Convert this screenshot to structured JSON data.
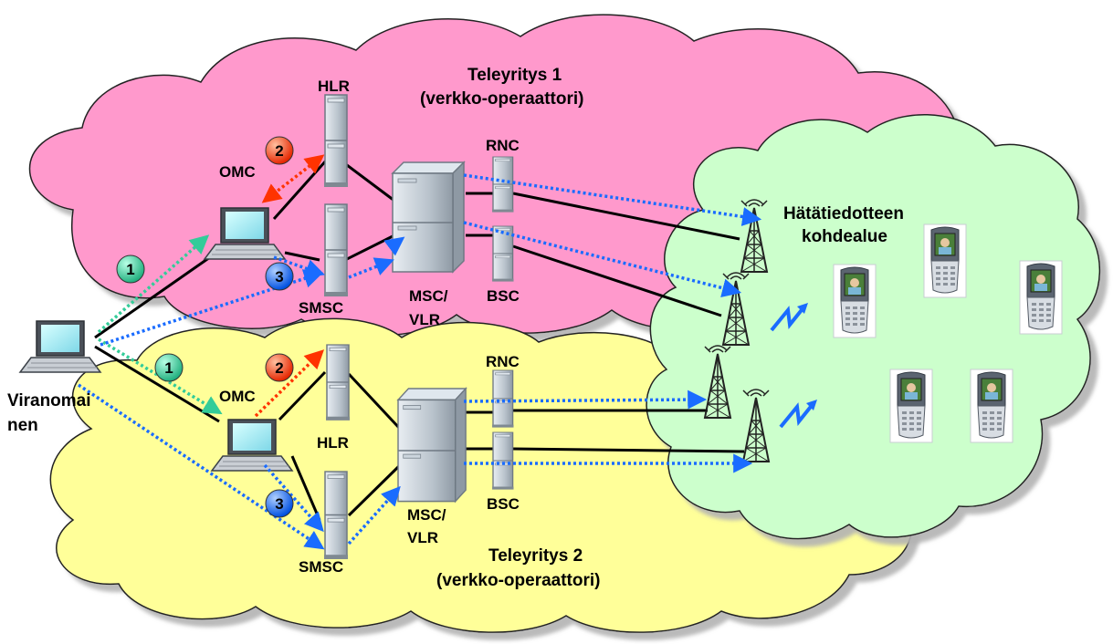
{
  "operator1": {
    "title_line1": "Teleyritys 1",
    "title_line2": "(verkko-operaattori)"
  },
  "operator2": {
    "title_line1": "Teleyritys 2",
    "title_line2": "(verkko-operaattori)"
  },
  "target_area": {
    "line1": "Hätätiedotteen",
    "line2": "kohdealue"
  },
  "authority": {
    "line1": "Viranomai",
    "line2": "nen"
  },
  "nodes": {
    "hlr": "HLR",
    "omc": "OMC",
    "smsc": "SMSC",
    "rnc": "RNC",
    "bsc": "BSC",
    "msc_line1": "MSC/",
    "msc_line2": "VLR"
  },
  "steps": [
    "1",
    "2",
    "3"
  ],
  "colors": {
    "cloud1": "#ff99cc",
    "cloud2": "#ffff99",
    "cloud3": "#ccffcc",
    "step1": "#33cc99",
    "step2": "#ff3300",
    "step3": "#0066ff",
    "broadcast": "#1a6cff"
  }
}
